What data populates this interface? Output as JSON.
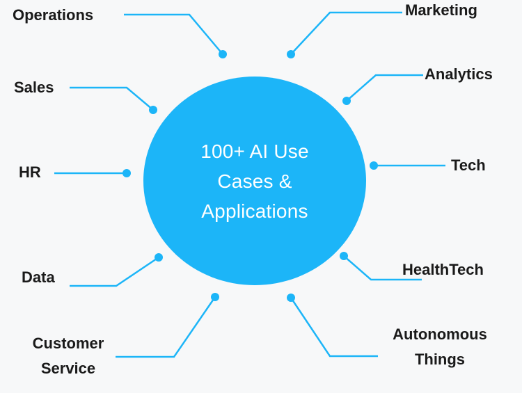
{
  "hub": {
    "title": "100+ AI Use Cases & Applications"
  },
  "nodes": {
    "operations": "Operations",
    "marketing": "Marketing",
    "sales": "Sales",
    "analytics": "Analytics",
    "hr": "HR",
    "tech": "Tech",
    "data": "Data",
    "healthtech": "HealthTech",
    "customer_service": [
      "Customer",
      "Service"
    ],
    "autonomous_things": [
      "Autonomous",
      "Things"
    ]
  },
  "colors": {
    "hub": "#1cb5f8",
    "connector": "#1cb5f8",
    "text": "#1a1a1a"
  }
}
